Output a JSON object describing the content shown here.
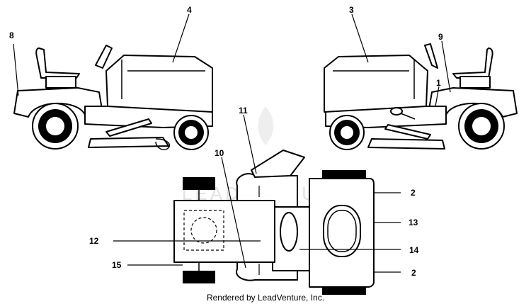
{
  "watermark": {
    "text": "LEADVENTURE"
  },
  "credit": "Rendered by LeadVenture, Inc.",
  "callouts": [
    {
      "id": "c8",
      "label": "8"
    },
    {
      "id": "c4",
      "label": "4"
    },
    {
      "id": "c3",
      "label": "3"
    },
    {
      "id": "c9",
      "label": "9"
    },
    {
      "id": "c1",
      "label": "1"
    },
    {
      "id": "c11",
      "label": "11"
    },
    {
      "id": "c10",
      "label": "10"
    },
    {
      "id": "c2a",
      "label": "2"
    },
    {
      "id": "c13",
      "label": "13"
    },
    {
      "id": "c12",
      "label": "12"
    },
    {
      "id": "c14",
      "label": "14"
    },
    {
      "id": "c15",
      "label": "15"
    },
    {
      "id": "c2b",
      "label": "2"
    }
  ]
}
